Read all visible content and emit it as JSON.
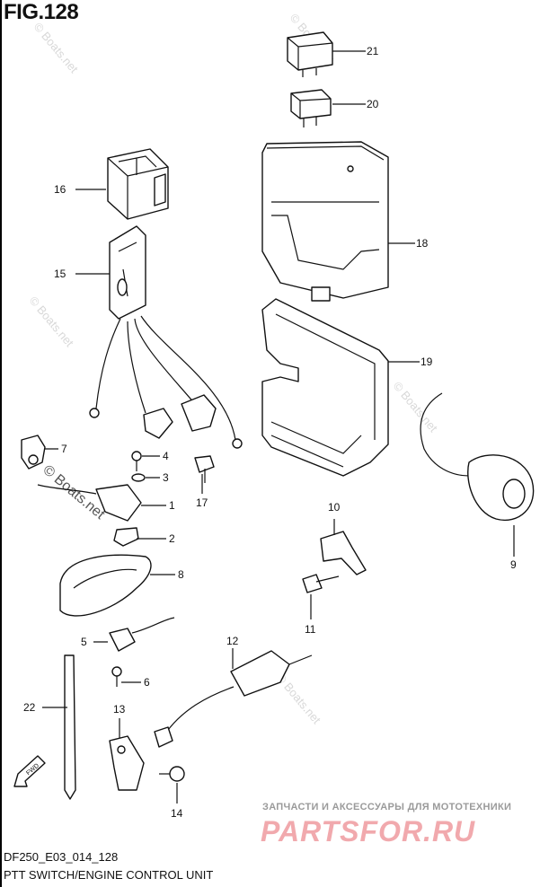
{
  "figure": {
    "title": "FIG.128",
    "code": "DF250_E03_014_128",
    "subtitle": "PTT SWITCH/ENGINE CONTROL UNIT"
  },
  "watermarks": {
    "boats": "© Boats.net",
    "ru_line": "ЗАПЧАСТИ И АКСЕССУАРЫ ДЛЯ МОТОТЕХНИКИ",
    "logo": "PARTSFOR.RU"
  },
  "fwd_label": "FWD",
  "callouts": [
    "21",
    "20",
    "16",
    "18",
    "15",
    "19",
    "7",
    "4",
    "3",
    "1",
    "17",
    "10",
    "2",
    "8",
    "9",
    "11",
    "5",
    "12",
    "6",
    "22",
    "13",
    "14"
  ]
}
